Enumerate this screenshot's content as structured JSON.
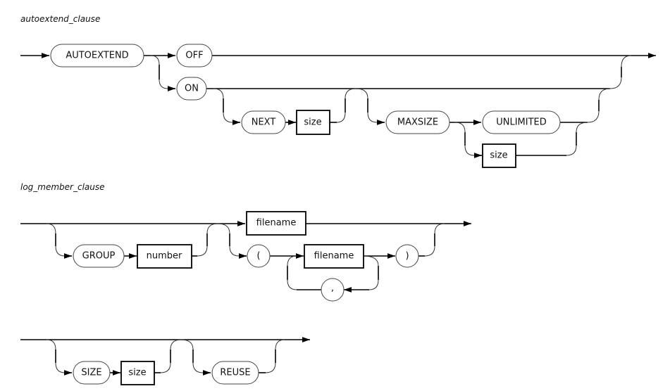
{
  "diagrams": [
    {
      "title": "autoextend_clause",
      "nodes": {
        "autoextend": {
          "label": "AUTOEXTEND",
          "kind": "terminal"
        },
        "off": {
          "label": "OFF",
          "kind": "terminal"
        },
        "on": {
          "label": "ON",
          "kind": "terminal"
        },
        "next": {
          "label": "NEXT",
          "kind": "terminal"
        },
        "next_size": {
          "label": "size",
          "kind": "nonterminal"
        },
        "maxsize": {
          "label": "MAXSIZE",
          "kind": "terminal"
        },
        "unlimited": {
          "label": "UNLIMITED",
          "kind": "terminal"
        },
        "max_size": {
          "label": "size",
          "kind": "nonterminal"
        }
      }
    },
    {
      "title": "log_member_clause",
      "nodes": {
        "group": {
          "label": "GROUP",
          "kind": "terminal"
        },
        "number": {
          "label": "number",
          "kind": "nonterminal"
        },
        "filename": {
          "label": "filename",
          "kind": "nonterminal"
        },
        "lparen": {
          "label": "(",
          "kind": "terminal"
        },
        "filename_list": {
          "label": "filename",
          "kind": "nonterminal"
        },
        "comma": {
          "label": ",",
          "kind": "terminal"
        },
        "rparen": {
          "label": ")",
          "kind": "terminal"
        }
      }
    },
    {
      "title": "",
      "nodes": {
        "size_kw": {
          "label": "SIZE",
          "kind": "terminal"
        },
        "size": {
          "label": "size",
          "kind": "nonterminal"
        },
        "reuse": {
          "label": "REUSE",
          "kind": "terminal"
        }
      }
    }
  ]
}
